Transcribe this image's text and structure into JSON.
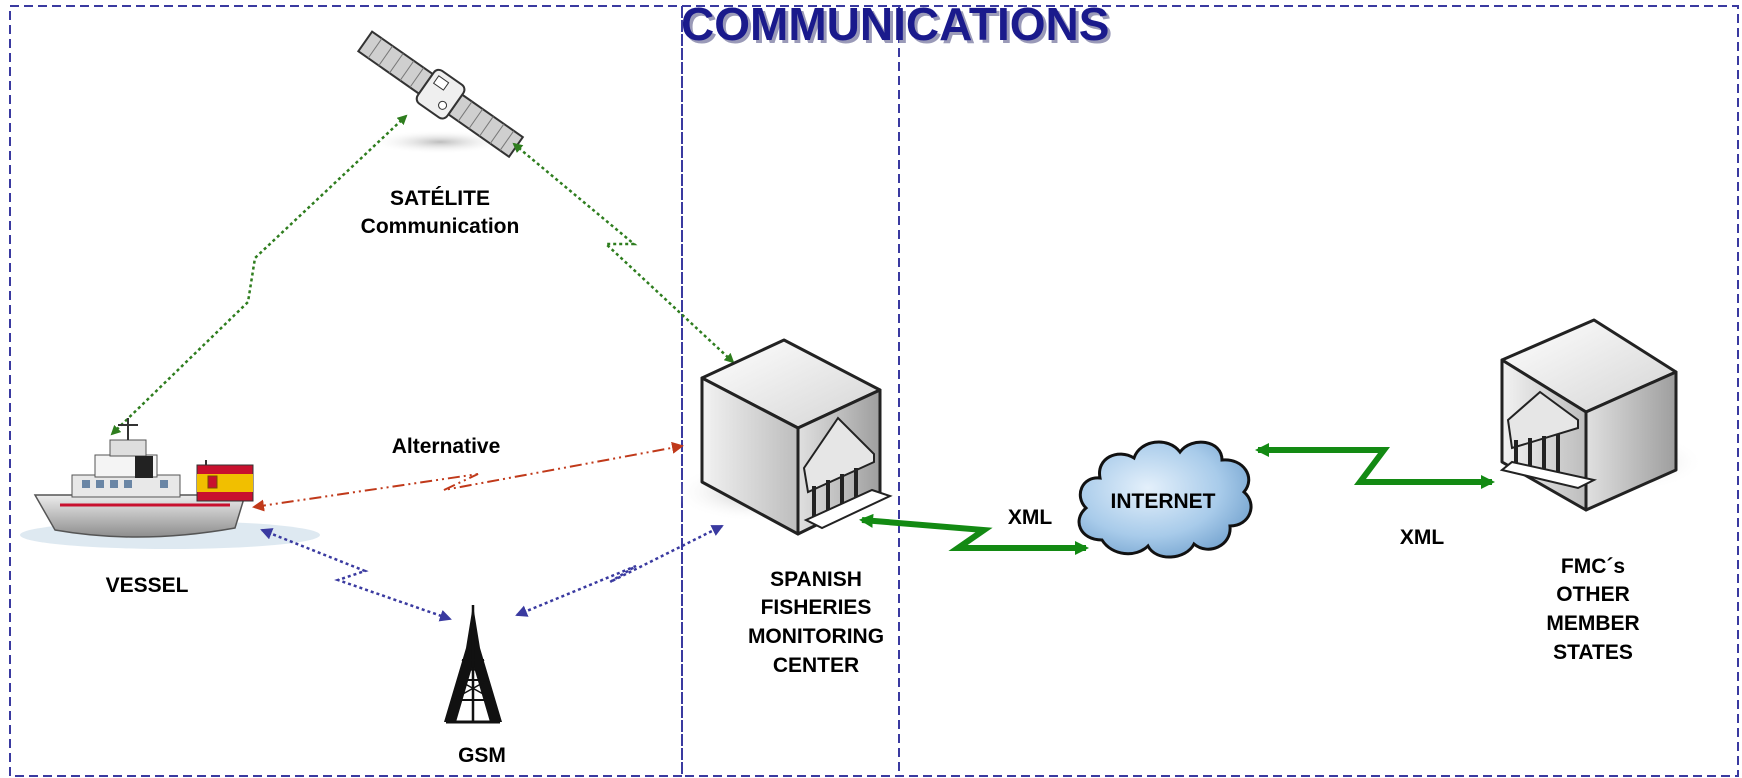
{
  "title": "COMMUNICATIONS",
  "nodes": {
    "satellite": {
      "line1": "SATÉLITE",
      "line2": "Communication"
    },
    "vessel": {
      "label": "VESSEL"
    },
    "gsm": {
      "label": "GSM"
    },
    "fmc_spain": {
      "line1": "SPANISH",
      "line2": "FISHERIES",
      "line3": "MONITORING",
      "line4": "CENTER"
    },
    "internet": {
      "label": "INTERNET"
    },
    "fmc_others": {
      "line1": "FMC´s",
      "line2": "OTHER",
      "line3": "MEMBER",
      "line4": "STATES"
    }
  },
  "links": {
    "alternative": "Alternative",
    "xml_left": "XML",
    "xml_right": "XML"
  },
  "colors": {
    "title": "#1a1a8c",
    "frame": "#3a3aa0",
    "satellite_link": "#2e7d1e",
    "gsm_link": "#3a3aa0",
    "alternative_link": "#c0391a",
    "xml_link": "#138a13",
    "cloud": "#9cc4e8",
    "flag_red": "#c8102e",
    "flag_yellow": "#f1bf00"
  }
}
